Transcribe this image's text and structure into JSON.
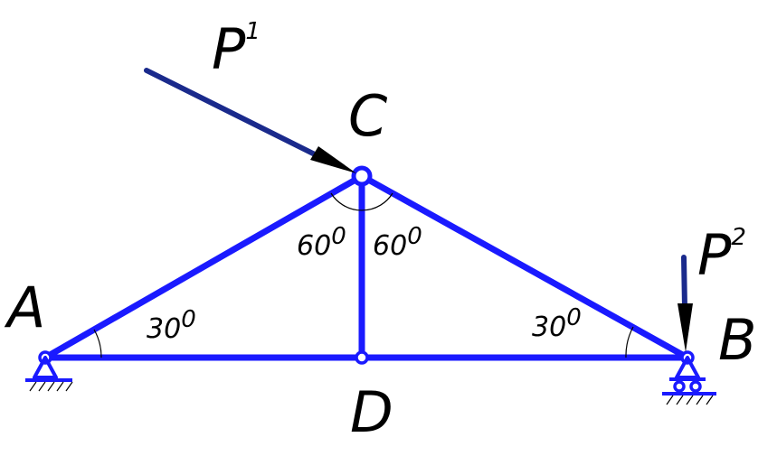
{
  "diagram": {
    "nodes": {
      "A": {
        "label": "A"
      },
      "B": {
        "label": "B"
      },
      "C": {
        "label": "C"
      },
      "D": {
        "label": "D"
      }
    },
    "angles": {
      "at_A": "30",
      "at_B": "30",
      "at_C_left": "60",
      "at_C_right": "60",
      "degree_mark": "0"
    },
    "forces": {
      "P1": {
        "symbol": "P",
        "index": "1"
      },
      "P2": {
        "symbol": "P",
        "index": "2"
      }
    },
    "colors": {
      "member": "#1a1aff",
      "force": "#1a2a8c",
      "text": "#000000",
      "background": "#ffffff"
    }
  }
}
